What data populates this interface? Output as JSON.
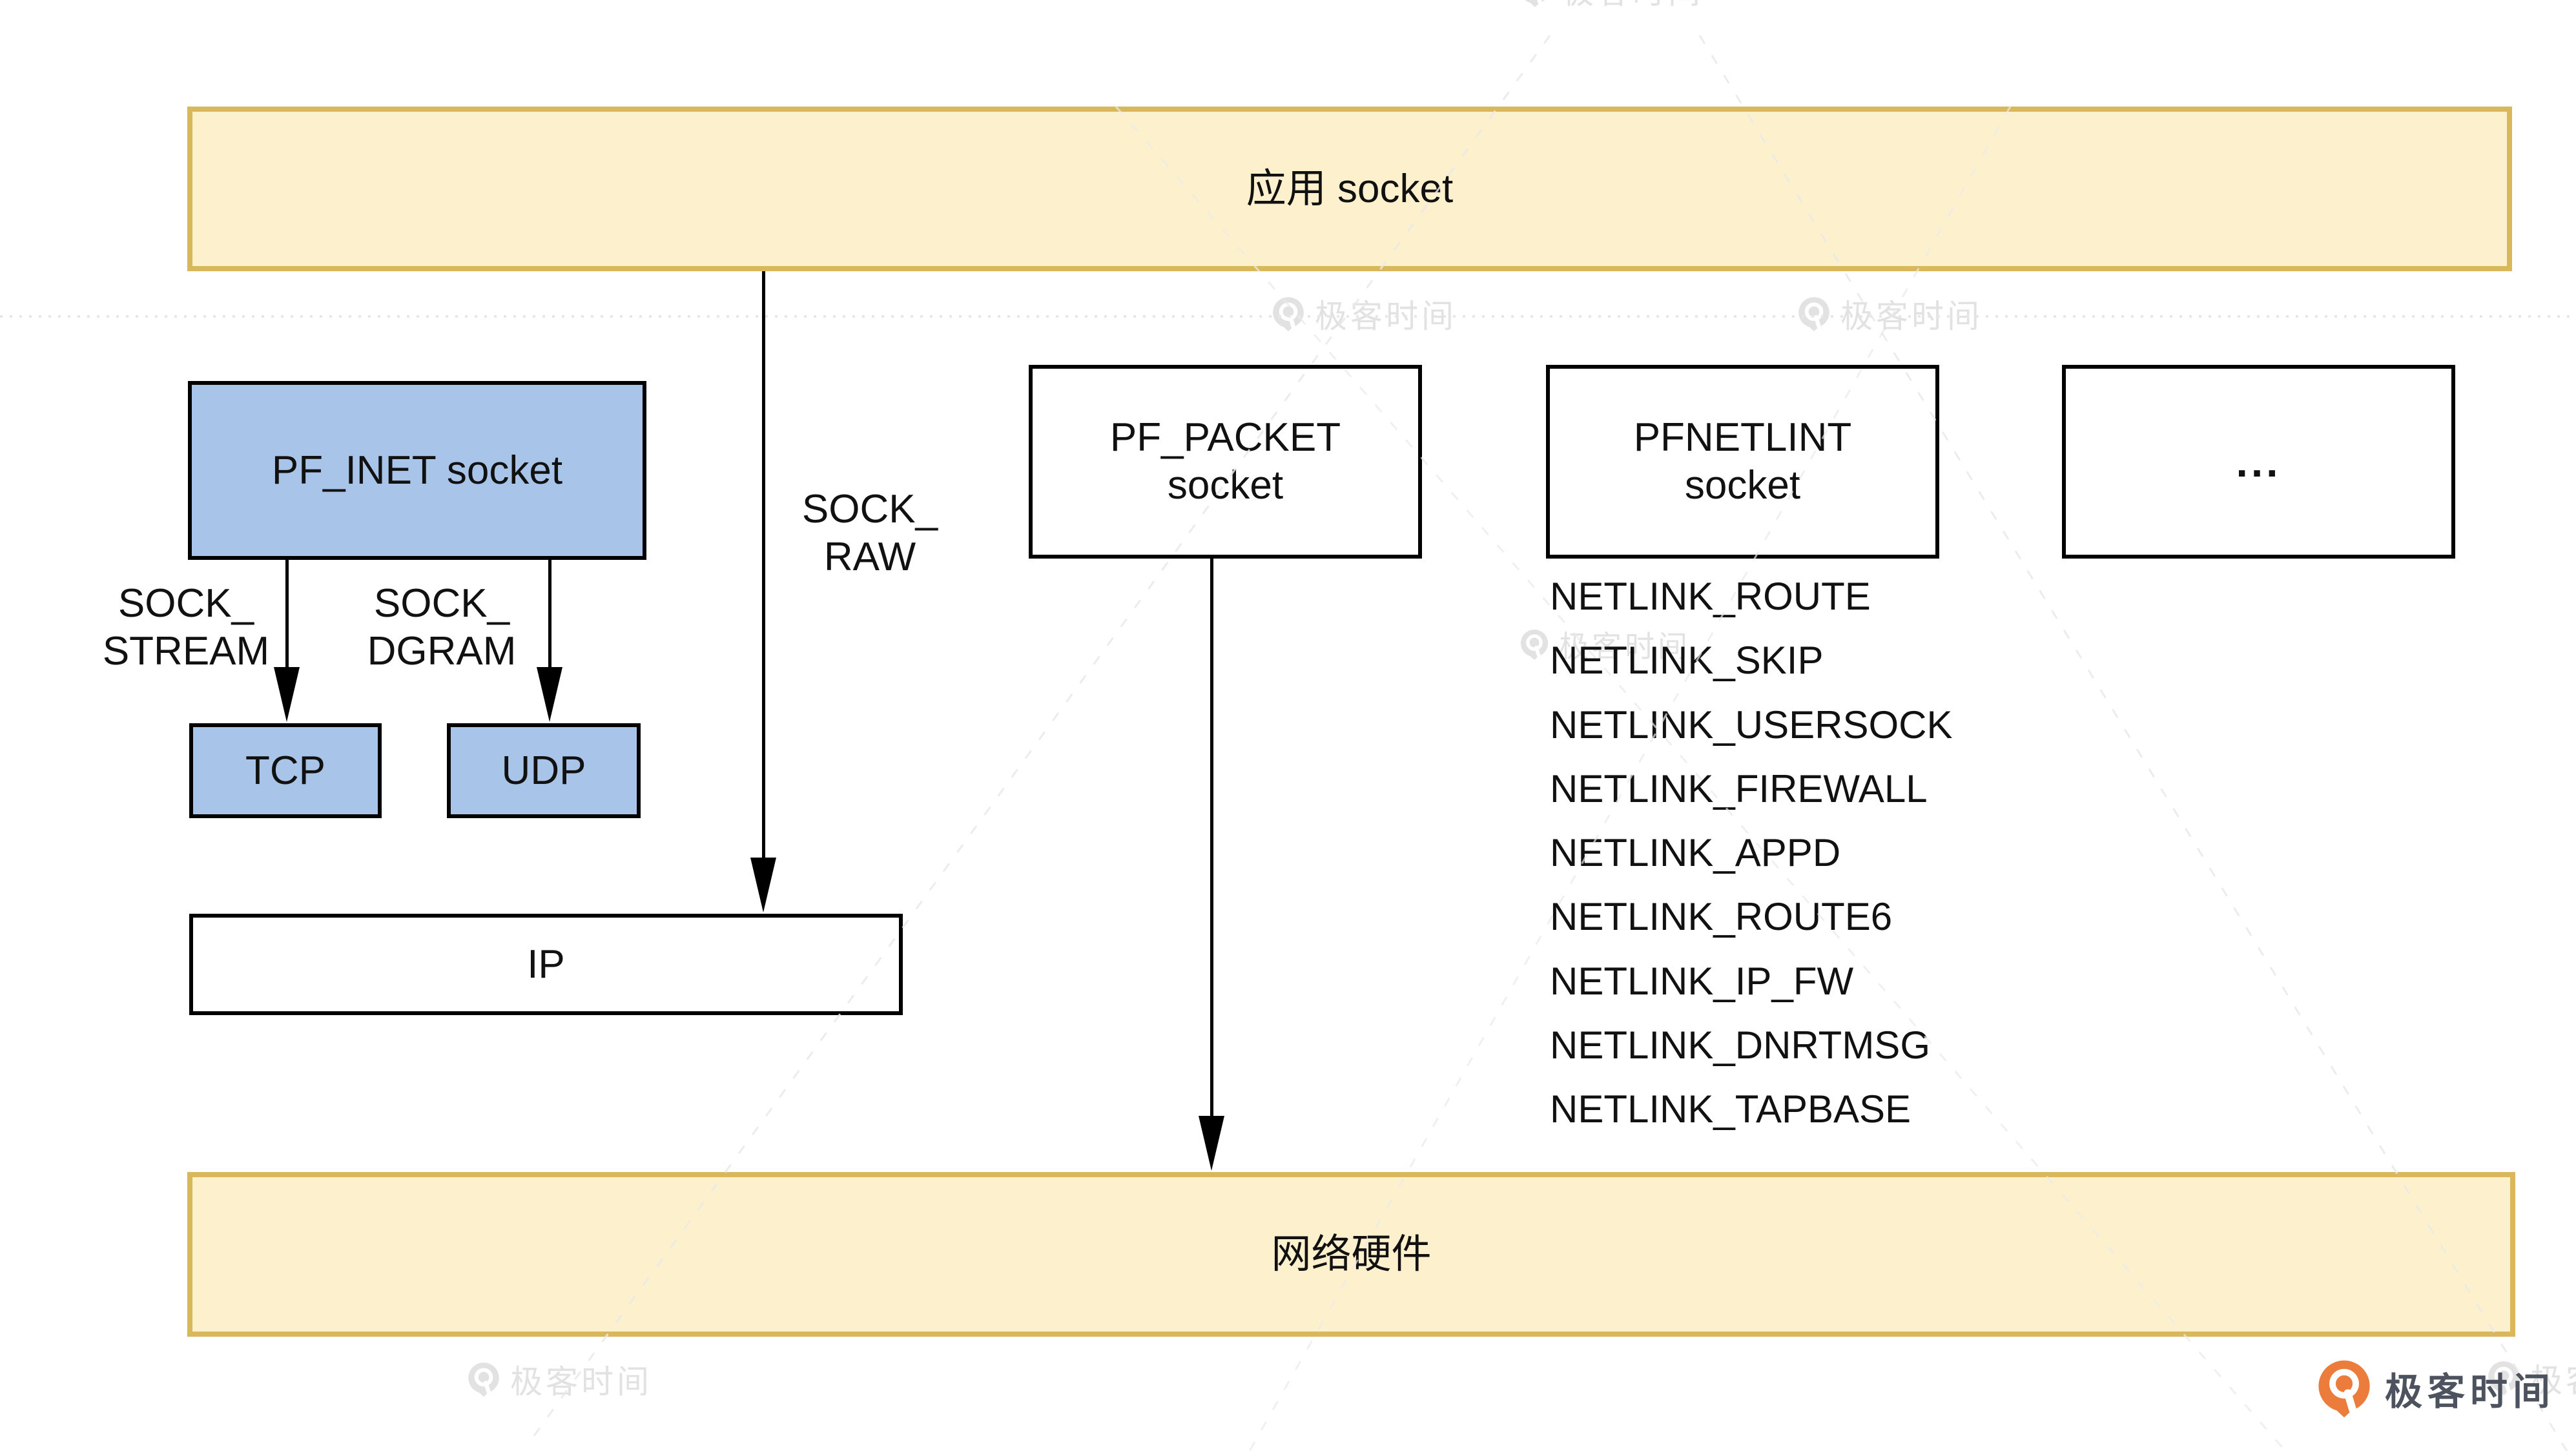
{
  "watermark": {
    "brand": "极客时间"
  },
  "colors": {
    "yellow_fill": "#fdf1cd",
    "yellow_border": "#d9b85c",
    "blue_fill": "#a9c4e9",
    "box_border": "#000000",
    "watermark_gray": "#e2e2e2",
    "brand_orange": "#ec7c3c",
    "brand_text": "#4d535e",
    "dotted_line": "#e7e7e7"
  },
  "diagram": {
    "top_box": "应用 socket",
    "bottom_box": "网络硬件",
    "pf_inet_label": "PF_INET socket",
    "pf_packet": {
      "line1": "PF_PACKET",
      "line2": "socket"
    },
    "pf_netlink": {
      "line1": "PFNETLINT",
      "line2": "socket"
    },
    "more_box": "...",
    "tcp": "TCP",
    "udp": "UDP",
    "ip": "IP",
    "sock_stream": {
      "line1": "SOCK_",
      "line2": "STREAM"
    },
    "sock_dgram": {
      "line1": "SOCK_",
      "line2": "DGRAM"
    },
    "sock_raw": {
      "line1": "SOCK_",
      "line2": "RAW"
    },
    "netlink_items": [
      "NETLINK_ROUTE",
      "NETLINK_SKIP",
      "NETLINK_USERSOCK",
      "NETLINK_FIREWALL",
      "NETLINK_APPD",
      "NETLINK_ROUTE6",
      "NETLINK_IP_FW",
      "NETLINK_DNRTMSG",
      "NETLINK_TAPBASE"
    ]
  }
}
